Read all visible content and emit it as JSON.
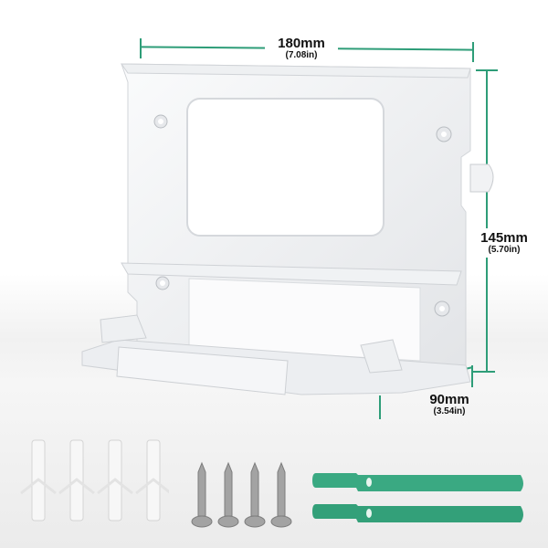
{
  "product": {
    "name": "Wall mount bracket",
    "color": "#f2f3f5"
  },
  "dimensions": {
    "width": {
      "mm": "180mm",
      "in": "(7.08in)"
    },
    "height": {
      "mm": "145mm",
      "in": "(5.70in)"
    },
    "depth": {
      "mm": "90mm",
      "in": "(3.54in)"
    }
  },
  "accessories": {
    "anchors": {
      "count": 4,
      "color": "#f4f4f4"
    },
    "screws": {
      "count": 4,
      "color": "#9a9a9a"
    },
    "straps": {
      "count": 2,
      "color": "#3aa982"
    }
  },
  "colors": {
    "dimension_line": "#2e9d78",
    "label_text": "#111111"
  }
}
